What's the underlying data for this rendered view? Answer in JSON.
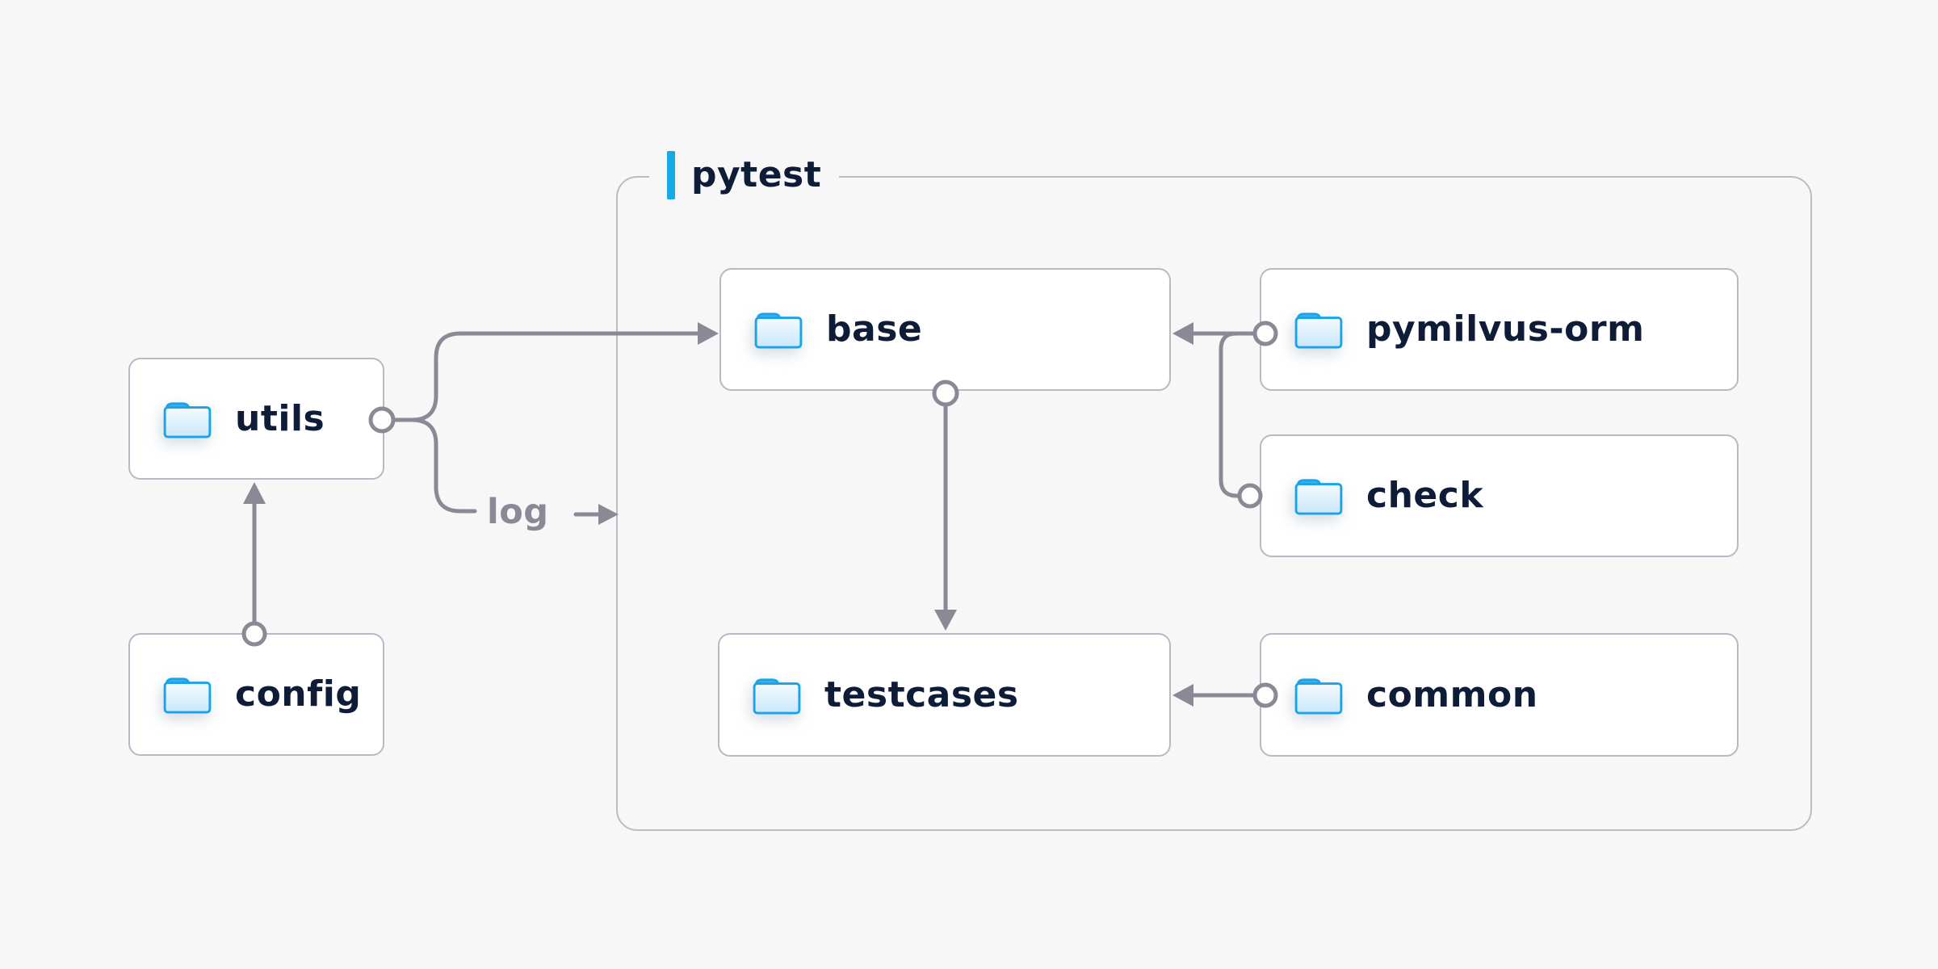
{
  "diagram": {
    "container_label": "pytest",
    "nodes": {
      "utils": {
        "label": "utils"
      },
      "config": {
        "label": "config"
      },
      "base": {
        "label": "base"
      },
      "testcases": {
        "label": "testcases"
      },
      "pymilvus_orm": {
        "label": "pymilvus-orm"
      },
      "check": {
        "label": "check"
      },
      "common": {
        "label": "common"
      }
    },
    "edge_label_log": "log",
    "edges": [
      {
        "from": "config",
        "to": "utils"
      },
      {
        "from": "utils",
        "to": "base"
      },
      {
        "from": "utils",
        "to": "log"
      },
      {
        "from": "pymilvus-orm",
        "to": "base"
      },
      {
        "from": "check",
        "to": "base"
      },
      {
        "from": "base",
        "to": "testcases"
      },
      {
        "from": "common",
        "to": "testcases"
      }
    ],
    "icons": {
      "node_icon": "folder-icon",
      "accent_marker": "title-accent-bar"
    },
    "colors": {
      "background": "#f7f7f8",
      "box_fill": "#ffffff",
      "box_border": "#b9b9c5",
      "container_border": "#bcbcc6",
      "line_gray": "#8a8a96",
      "text_dark": "#0e1c38",
      "muted_text": "#8a8a96",
      "accent_blue": "#17a9e8",
      "folder_blue": "#1aa6e8",
      "folder_fill_light": "#eef7fd",
      "folder_fill_deep": "#cbe8fa"
    }
  }
}
